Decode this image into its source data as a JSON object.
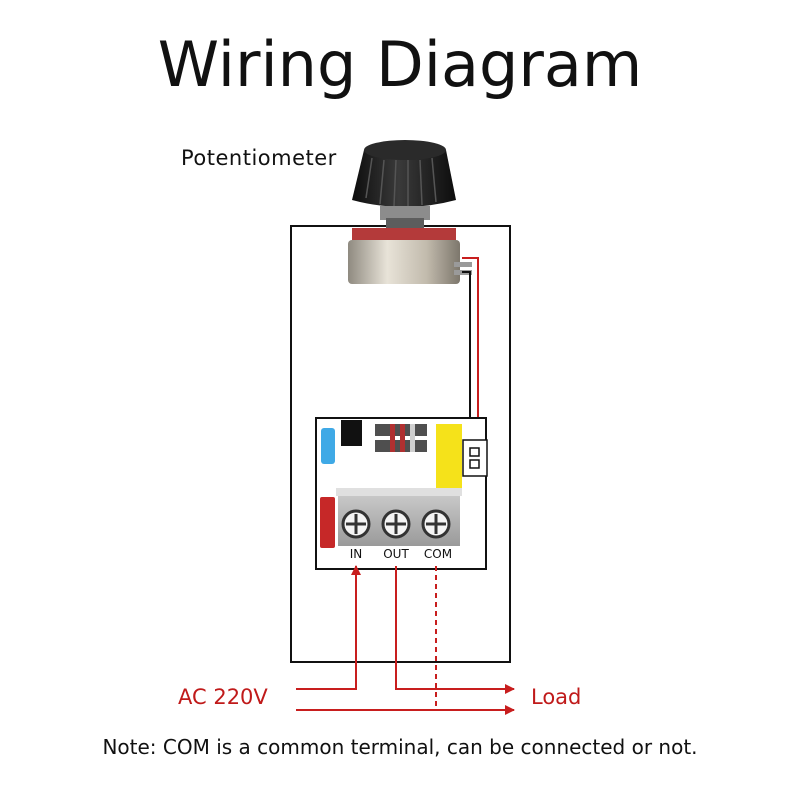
{
  "title": "Wiring Diagram",
  "potentiometer_label": "Potentiometer",
  "terminals": [
    "IN",
    "OUT",
    "COM"
  ],
  "input_label": "AC 220V",
  "output_label": "Load",
  "note": "Note: COM is a common terminal, can be connected or not.",
  "colors": {
    "wire": "#c81e1e",
    "outline": "#111111",
    "knob": "#1c1c1c",
    "capacitor_yellow": "#f5e21a",
    "resistor_blue": "#3fa9e6",
    "component_red": "#c62828"
  }
}
